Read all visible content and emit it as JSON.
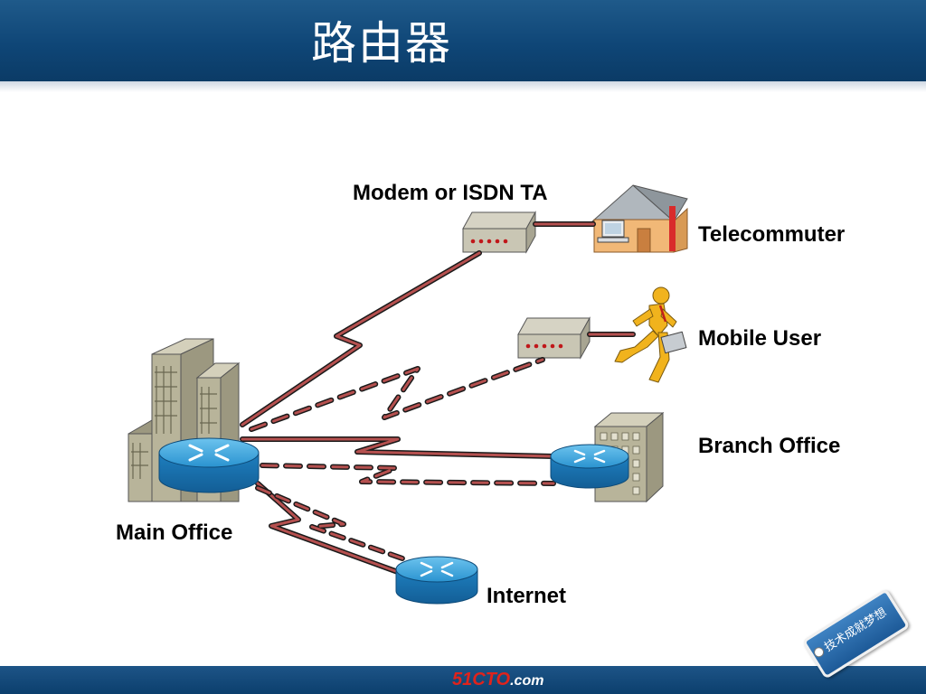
{
  "slide": {
    "title": "路由器"
  },
  "diagram": {
    "nodes": {
      "main_office": "Main Office",
      "modem": "Modem or ISDN TA",
      "telecommuter": "Telecommuter",
      "mobile_user": "Mobile User",
      "branch_office": "Branch Office",
      "internet": "Internet"
    },
    "colors": {
      "link": "#b5504f",
      "router": "#2a93d0",
      "building": "#b8b49a",
      "person": "#f1b31d"
    }
  },
  "footer": {
    "brand_main": "51CTO",
    "brand_suffix": ".com",
    "tag_text": "技术成就梦想"
  }
}
